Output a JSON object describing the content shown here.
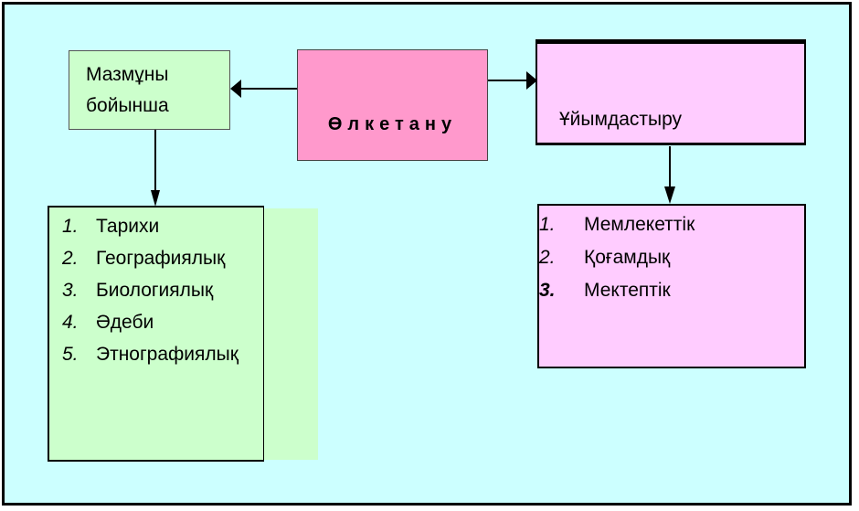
{
  "center": {
    "title": "Өлкетану"
  },
  "content_box": {
    "line1": "Мазмұны",
    "line2": "бойынша"
  },
  "org_box": {
    "label": "Ұйымдастыру"
  },
  "left_list": [
    {
      "num": "1.",
      "text": "Тарихи"
    },
    {
      "num": "2.",
      "text": "Географиялық"
    },
    {
      "num": "3.",
      "text": "Биологиялық"
    },
    {
      "num": "4.",
      "text": "Әдеби"
    },
    {
      "num": "5.",
      "text": "Этнографиялық"
    }
  ],
  "right_list": [
    {
      "num": "1.",
      "text": "Мемлекеттік"
    },
    {
      "num": "2.",
      "text": "Қоғамдық"
    },
    {
      "num": "3.",
      "text": "Мектептік"
    }
  ],
  "colors": {
    "background": "#ccffff",
    "center_box": "#ff99cc",
    "content_box": "#ccffcc",
    "org_box": "#ffccff"
  }
}
